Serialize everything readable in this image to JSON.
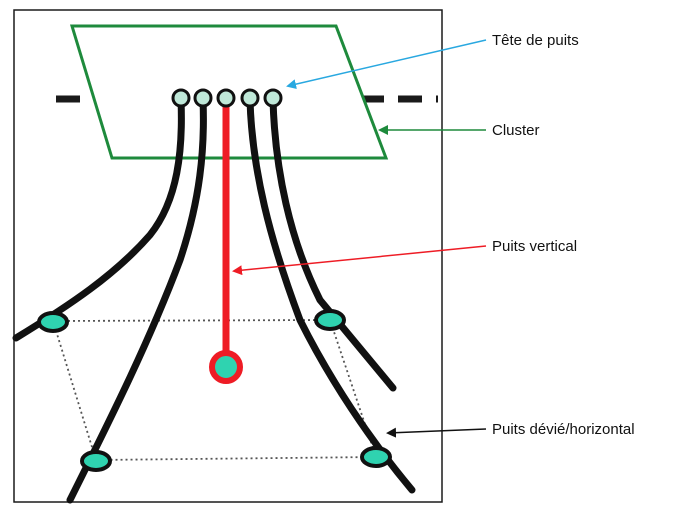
{
  "labels": {
    "wellhead": "Tête de puits",
    "cluster": "Cluster",
    "vertical_well": "Puits vertical",
    "deviated_well": "Puits dévié/horizontal"
  },
  "colors": {
    "frame": "#1a1a1a",
    "cluster_outline": "#1e8a3c",
    "wellhead_arrow": "#29a8e0",
    "cluster_arrow": "#1e8a3c",
    "vertical_well": "#ee1c25",
    "deviated_well": "#111111",
    "wellhead_fill": "#bfe8d8",
    "target_fill": "#2fd3b0",
    "dotted_outline": "#555555"
  }
}
